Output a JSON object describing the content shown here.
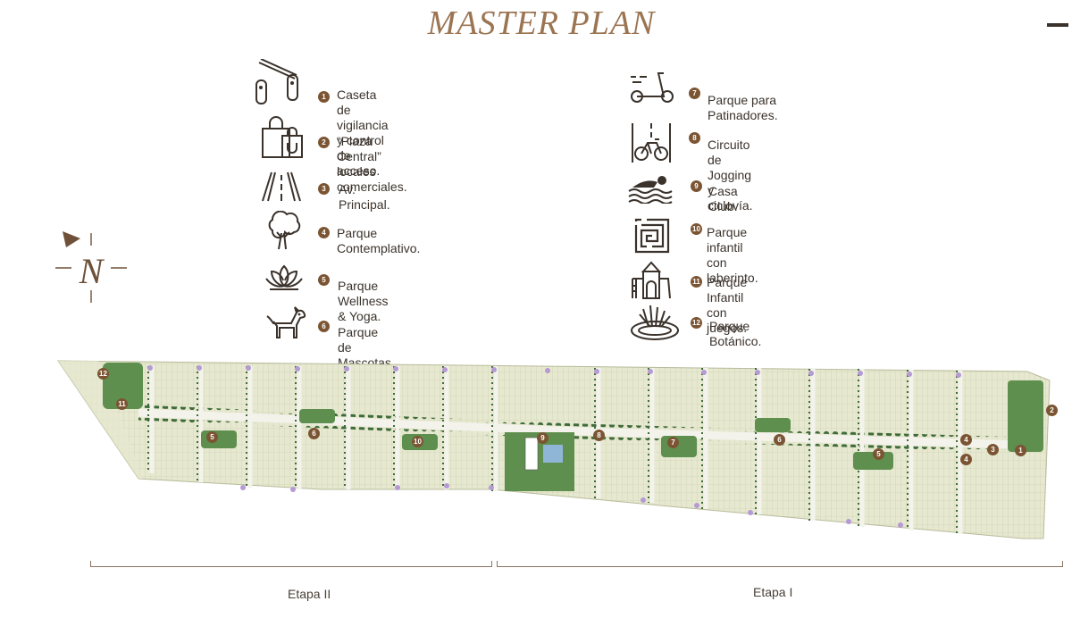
{
  "title": "MASTER PLAN",
  "legend": [
    {
      "num": "1",
      "text": "Caseta de vigilancia\ny control de acceso.",
      "icon": "barrier-gate-icon"
    },
    {
      "num": "2",
      "text": "“Plaza Central” locales comerciales.",
      "icon": "shopping-bags-icon"
    },
    {
      "num": "3",
      "text": "Av. Principal.",
      "icon": "road-icon"
    },
    {
      "num": "4",
      "text": "Parque\nContemplativo.",
      "icon": "tree-icon"
    },
    {
      "num": "5",
      "text": "Parque Wellness  & Yoga.",
      "icon": "lotus-icon"
    },
    {
      "num": "6",
      "text": "Parque de Mascotas.",
      "icon": "dog-icon"
    },
    {
      "num": "7",
      "text": "Parque para Patinadores.",
      "icon": "scooter-icon"
    },
    {
      "num": "8",
      "text": "Circuito de Jogging y ciclovía.",
      "icon": "bicycle-lane-icon"
    },
    {
      "num": "9",
      "text": "Casa Club.",
      "icon": "swimmer-icon"
    },
    {
      "num": "10",
      "text": "Parque infantil con\nlaberinto.",
      "icon": "maze-icon"
    },
    {
      "num": "11",
      "text": "Parque Infantil con\njuegos.",
      "icon": "playground-icon"
    },
    {
      "num": "12",
      "text": "Parque Botánico.",
      "icon": "pond-plants-icon"
    }
  ],
  "compass": {
    "letter": "N"
  },
  "map_markers": [
    "12",
    "11",
    "5",
    "6",
    "10",
    "9",
    "8",
    "7",
    "6",
    "5",
    "4",
    "4",
    "3",
    "2",
    "1"
  ],
  "stages": {
    "left": "Etapa II",
    "right": "Etapa I"
  },
  "colors": {
    "accent": "#7b5533",
    "title": "#9b7451",
    "lots": "#e6e8cf",
    "trees": "#3f6b3a",
    "road": "#f3f3ec",
    "amenity": "#b59ad3"
  }
}
